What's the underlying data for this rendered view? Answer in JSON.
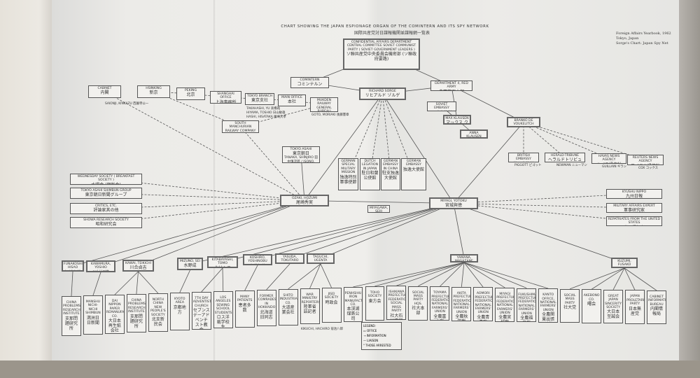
{
  "header": {
    "title": "CHART SHOWING THE JAPAN ESPIONAGE ORGAN OF THE COMINTERN AND ITS SPY NETWORK",
    "subtitle": "国際共産党対日諜報機関並諜報網一覧表",
    "source": [
      "Foreign Affairs Yearbook, 1962",
      "Tokyo, Japan",
      "Sorge's Chart: Japan Spy Net"
    ]
  },
  "colors": {
    "paper": "#efeeeb",
    "ink": "#333333",
    "table": "#9b958b"
  },
  "nodes": {
    "central": {
      "en": "CONFIDENTIAL AFFAIRS DEPARTMENT CENTRAL COMMITTEE SOVIET COMMUNIST PARTY ( SOVIET GOVERNMENT LEADERS )",
      "jp": "ソ聯共産党中央委員会機密部 (ソ聯政府要路)"
    },
    "comintern": {
      "en": "COMINTERN",
      "jp": "コミンテルン"
    },
    "dept4": {
      "en": "DEPARTMENT 4, RED ARMY",
      "jp": "赤軍第四本部"
    },
    "sorge": {
      "en": "RICHARD SORGE",
      "jp": "リヒアルド ゾルゲ"
    },
    "cabinet": {
      "en": "CABINET",
      "jp": "内閣"
    },
    "hsinking": {
      "en": "HSINKING",
      "jp": "新京"
    },
    "peking": {
      "en": "PEKING",
      "jp": "北京"
    },
    "shanghai": {
      "en": "SHANGHAI OFFICE",
      "jp": "上海事務所"
    },
    "tokyo_branch": {
      "en": "TOKYO BRANCH",
      "jp": "東京支社"
    },
    "main_office": {
      "en": "MAIN OFFICE",
      "jp": "本社"
    },
    "mukden": {
      "en": "MUKDEN RAILWAY GENERAL BUREAU",
      "jp": "奉天鉄路総局"
    },
    "soviet_embassy": {
      "en": "SOVIET EMBASSY",
      "jp": "ソ聯大使館"
    },
    "max_klausen": {
      "en": "MAX KLAUSEN",
      "jp": "マックス クラウゼン"
    },
    "anna_klausen": {
      "en": "ANNA KLAUSEN",
      "jp": "アンナ クラウゼン"
    },
    "branko": {
      "en": "BRANKO DE VOUKELITCH",
      "jp": "ブランコ ド ヴーケリッチ"
    },
    "smr": {
      "en": "SOUTH MANCHURIAN RAILWAY COMPANY",
      "jp": "満鉄"
    },
    "tokyo_asahi": {
      "en": "TOKYO ASAHI",
      "jp": "東京朝日",
      "members": "TANAKA, SHINJIRO 田中慎次郎 / ISONO, KIYOSHI 磯野清"
    },
    "gsmm": {
      "en": "GERMAN SPECIAL MILITARY MISSION",
      "jp": "独逸特別軍事使節"
    },
    "dutch": {
      "en": "DUTCH LEGATION IN JAPAN",
      "jp": "駐日和蘭公使館"
    },
    "gec": {
      "en": "GERMAN EMBASSY IN CHINA",
      "jp": "駐支独逸大使館"
    },
    "ge": {
      "en": "GERMAN EMBASSY",
      "jp": "独逸大使館"
    },
    "british": {
      "en": "BRITISH EMBASSY",
      "jp": "英国大使館"
    },
    "herald": {
      "en": "HERALD-TRIBUNE",
      "jp": "ヘラルドトリビューン"
    },
    "havas": {
      "en": "HAVAS NEWS AGENCY",
      "jp": "ハバス通信社"
    },
    "reuters": {
      "en": "REUTERS NEWS AGENCY",
      "jp": "ロイテル通信社"
    },
    "wednesday": {
      "en": "WEDNESDAY SOCIETY ( BREAKFAST SOCIETY )",
      "jp": "水曜会 (朝飯会)"
    },
    "asahi_group": {
      "en": "TOKYO ASAHI SHIMBUN GROUP",
      "jp": "東京朝日新聞グループ"
    },
    "critics": {
      "en": "CRITICS, ETC.",
      "jp": "評論家其の他"
    },
    "showa": {
      "en": "SHOWA RESEARCH SOCIETY",
      "jp": "昭和研究会"
    },
    "ozaki": {
      "en": "OZAKI, HOZUMI",
      "jp": "尾崎秀実"
    },
    "miyagi": {
      "en": "MIYAGI, YOTOKU",
      "jp": "宮城與徳"
    },
    "miyagawa": {
      "en": "MIYAGAWA, SEIJI",
      "jp": "宮川寛"
    },
    "kyushu": {
      "en": "KYUSHU NIPPO",
      "jp": "九州日報"
    },
    "military": {
      "en": "MILITARY AFFAIRS EXPERT",
      "jp": "軍事研究家"
    },
    "repatriates": {
      "en": "REPATRIATES FROM THE UNITED STATES",
      "jp": "米国帰朝者"
    },
    "funakoshi": {
      "en": "FUNAKOSHI, HISAO",
      "jp": "船越寿雄"
    },
    "kawamura": {
      "en": "KAWAMURA, YOSHIO",
      "jp": "川村好雄"
    },
    "kawai": {
      "en": "KAWAI, TEIKICHI",
      "jp": "川合貞吉"
    },
    "mizuno": {
      "en": "MIZUNO, SEI",
      "jp": "水野成"
    },
    "kitabayashi": {
      "en": "KITABAYASHI, TOMO",
      "jp": "北林トモ"
    },
    "koshiro": {
      "en": "KOSHIRO, YOSHINOBU",
      "jp": "小代好信"
    },
    "yasuda": {
      "en": "YASUDA, TOKUTARO",
      "jp": "安田徳太郎"
    },
    "taguchi": {
      "en": "TAGUCHI, UGENTA",
      "jp": "田口右源太"
    },
    "yamana": {
      "en": "YAMANA, MASAZANE",
      "jp": "山名正実"
    },
    "kuzumi": {
      "en": "KUZUMI, FUSAKO",
      "jp": "九津見房子"
    }
  },
  "groups": [
    {
      "en": "CHINA PROBLEMS RESEARCH INSTITUTE",
      "jp": "支那問題研究所"
    },
    {
      "en": "MANSHU NICHI-NICHI SHIMBUN",
      "jp": "満洲日日新聞"
    },
    {
      "en": "DAI NIPPON PAPER REMANUFACTURING CO.",
      "jp": "大日本再生紙会社"
    },
    {
      "en": "CHINA PROBLEMS RESEARCH INSTITUTE",
      "jp": "支那問題研究所"
    },
    {
      "en": "NORTH CHINA NEW PEOPLE'S SOCIETY",
      "jp": "北支新民会"
    },
    {
      "en": "KYOTO AREA",
      "jp": "京都地方"
    },
    {
      "en": "7TH DAY ADVENTIST CHURCH",
      "jp": "セブンスデーアドベンチスト教会"
    },
    {
      "en": "LOS ANGELES SEWING SCHOOL STUDENTS",
      "jp": "ロス洋裁学校生"
    },
    {
      "en": "MANY PATIENTS",
      "jp": "患者多数"
    },
    {
      "en": "FORMER COMRADES IN HOKKAIDO",
      "jp": "北海道旧同志"
    },
    {
      "en": "SHITO INDUSTRIAL CO.",
      "jp": "大道産業会社"
    },
    {
      "en": "WAR MINISTRY REPORTERS",
      "jp": "陸軍省詰記者"
    },
    {
      "en": "JISEI SOCIETY",
      "jp": "時政会"
    },
    {
      "en": "PENHSIHU IRON MANUFACTURING CO.",
      "jp": "本渓湖煤鉄公司"
    },
    {
      "en": "TOHO SOCIETY",
      "jp": "東方会"
    },
    {
      "en": "ISHIKAWA PREFECTURAL FEDERATION, SOCIAL MASS PARTY",
      "jp": "社大石川支部"
    },
    {
      "en": "SOCIAL MASS PARTY HQS.",
      "jp": "社大本部"
    },
    {
      "en": "TOYAMA PREFECTURAL FEDERATION, NATIONAL FARMERS' UNION",
      "jp": "全農富山聯"
    },
    {
      "en": "AKITA PREFECTURAL FEDERATION, NATIONAL FARMERS' UNION",
      "jp": "全農秋田聯"
    },
    {
      "en": "AOMORI PREFECTURAL FEDERATION, NATIONAL FARMERS' UNION",
      "jp": "全農青森聯"
    },
    {
      "en": "MIYAGI PREFECTURAL FEDERATION, NATIONAL FARMERS' UNION",
      "jp": "全農宮城聯"
    },
    {
      "en": "FUKUSHIMA PREFECTURAL FEDERATION, NATIONAL FARMERS' UNION",
      "jp": "全農福島聯"
    },
    {
      "en": "KANTO OFFICE, NATIONAL FARMERS' UNION",
      "jp": "全農関東出張所"
    },
    {
      "en": "SOCIAL MASS PARTY",
      "jp": "社大党"
    },
    {
      "en": "AKEBONO CO.",
      "jp": "曙会"
    },
    {
      "en": "GREAT JAPAN SINCERITY SOCIETY",
      "jp": "大日本至誠会"
    },
    {
      "en": "JAPAN PROLETARIAN PARTY",
      "jp": "日本無産党"
    },
    {
      "en": "CABINET INFORMATION BUREAU",
      "jp": "内閣情報局"
    }
  ],
  "notes": {
    "saionji": "SAIONJI, KINKAZU 西園寺公一",
    "tokyo_branch_members": [
      "TAKAHASHI, YU 高橋祐",
      "HIYAMA, TOSHIO 日山敏雄",
      "HASHI, HISATAKA 尾崎久孝"
    ],
    "goto": "GOTO, MORIAKI 後藤憲章",
    "piggott": "PIGGOTT ピゴット",
    "newman": "NEWMAN ニューマン",
    "guillain": "GUILLAIN ギラン",
    "cox": "COX コックス",
    "kikuchi": "KIKUCHI, HACHIRO 菊池八郎"
  },
  "edges": [
    [
      "central",
      "comintern",
      "solid"
    ],
    [
      "central",
      "dept4",
      "solid"
    ],
    [
      "dept4",
      "sorge",
      "solid"
    ],
    [
      "comintern",
      "sorge",
      "solid"
    ],
    [
      "dept4",
      "max_klausen",
      "solid"
    ],
    [
      "dept4",
      "branko",
      "solid"
    ],
    [
      "soviet_embassy",
      "max_klausen",
      "solid"
    ],
    [
      "max_klausen",
      "anna_klausen",
      "solid"
    ],
    [
      "sorge",
      "ozaki",
      "solid"
    ],
    [
      "sorge",
      "miyagi",
      "solid"
    ],
    [
      "sorge",
      "gsmm",
      "dashed"
    ],
    [
      "sorge",
      "dutch",
      "dashed"
    ],
    [
      "sorge",
      "gec",
      "dashed"
    ],
    [
      "sorge",
      "ge",
      "dashed"
    ],
    [
      "branko",
      "british",
      "dashed"
    ],
    [
      "branko",
      "herald",
      "dashed"
    ],
    [
      "branko",
      "havas",
      "dashed"
    ],
    [
      "branko",
      "reuters",
      "dashed"
    ],
    [
      "branko",
      "miyagi",
      "solid"
    ],
    [
      "hsinking",
      "peking",
      "dashed"
    ],
    [
      "peking",
      "shanghai",
      "dashed"
    ],
    [
      "shanghai",
      "tokyo_branch",
      "dashed"
    ],
    [
      "tokyo_branch",
      "main_office",
      "dashed"
    ],
    [
      "main_office",
      "mukden",
      "dashed"
    ],
    [
      "hsinking",
      "smr",
      "dashed"
    ],
    [
      "smr",
      "mukden",
      "dashed"
    ],
    [
      "smr",
      "ozaki",
      "dashed"
    ],
    [
      "tokyo_asahi",
      "ozaki",
      "solid"
    ],
    [
      "cabinet",
      "ozaki",
      "dashed"
    ],
    [
      "wednesday",
      "ozaki",
      "dashed"
    ],
    [
      "asahi_group",
      "ozaki",
      "dashed"
    ],
    [
      "critics",
      "ozaki",
      "dashed"
    ],
    [
      "showa",
      "ozaki",
      "dashed"
    ],
    [
      "ozaki",
      "miyagi",
      "solid"
    ],
    [
      "miyagi",
      "kyushu",
      "dashed"
    ],
    [
      "miyagi",
      "military",
      "dashed"
    ],
    [
      "miyagi",
      "repatriates",
      "dashed"
    ],
    [
      "ozaki",
      "funakoshi",
      "solid"
    ],
    [
      "ozaki",
      "kawamura",
      "solid"
    ],
    [
      "ozaki",
      "kawai",
      "solid"
    ],
    [
      "miyagi",
      "mizuno",
      "solid"
    ],
    [
      "miyagi",
      "kitabayashi",
      "solid"
    ],
    [
      "miyagi",
      "koshiro",
      "solid"
    ],
    [
      "miyagi",
      "yasuda",
      "solid"
    ],
    [
      "miyagi",
      "taguchi",
      "solid"
    ],
    [
      "miyagi",
      "yamana",
      "solid"
    ],
    [
      "miyagi",
      "kuzumi",
      "solid"
    ]
  ],
  "legend": {
    "title": "LEGEND:",
    "items": [
      "OFFICE",
      "INFORMATION",
      "LIAISON",
      "THOSE ARRESTED"
    ]
  }
}
